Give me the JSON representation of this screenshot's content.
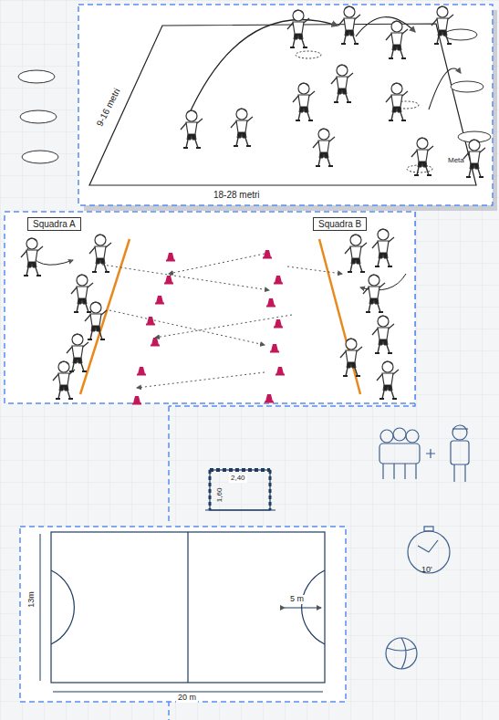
{
  "diagram": {
    "nodes": [
      {
        "text": [
          "Squadra A"
        ]
      },
      {
        "text": [
          "Squadra B"
        ]
      }
    ],
    "labels": [
      "9-16 metri",
      "18-28 metri",
      "Meta",
      "2,40",
      "1,60",
      "13m",
      "5 m",
      "20 m",
      "10'"
    ]
  }
}
